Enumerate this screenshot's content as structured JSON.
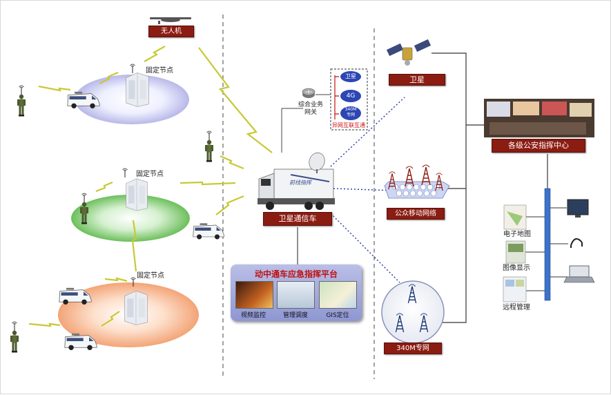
{
  "labels": {
    "uav": "无人机",
    "fixed_node_1": "固定节点",
    "fixed_node_2": "固定节点",
    "fixed_node_3": "固定节点",
    "gateway": "综合业务\n网关",
    "cloud_satellite": "卫星",
    "cloud_4g": "4G",
    "cloud_340m": "340M\n专网",
    "interconnect": "异网互联互通",
    "vehicle": "卫星通信车",
    "vehicle_body_text": "前线指挥",
    "satellite": "卫星",
    "public_mobile": "公众移动网络",
    "private_340m": "340M专网",
    "command_center": "各级公安指挥中心",
    "platform_title": "动中通车应急指挥平台",
    "platform_items": [
      "视频监控",
      "管理调度",
      "GIS定位"
    ],
    "terminals": [
      "电子地图",
      "图像显示",
      "远程管理"
    ]
  },
  "colors": {
    "tag_bg": "#8b1c12",
    "platform_title": "#c01010",
    "dashed_link": "#2233aa",
    "lightning": "#c8c832"
  }
}
